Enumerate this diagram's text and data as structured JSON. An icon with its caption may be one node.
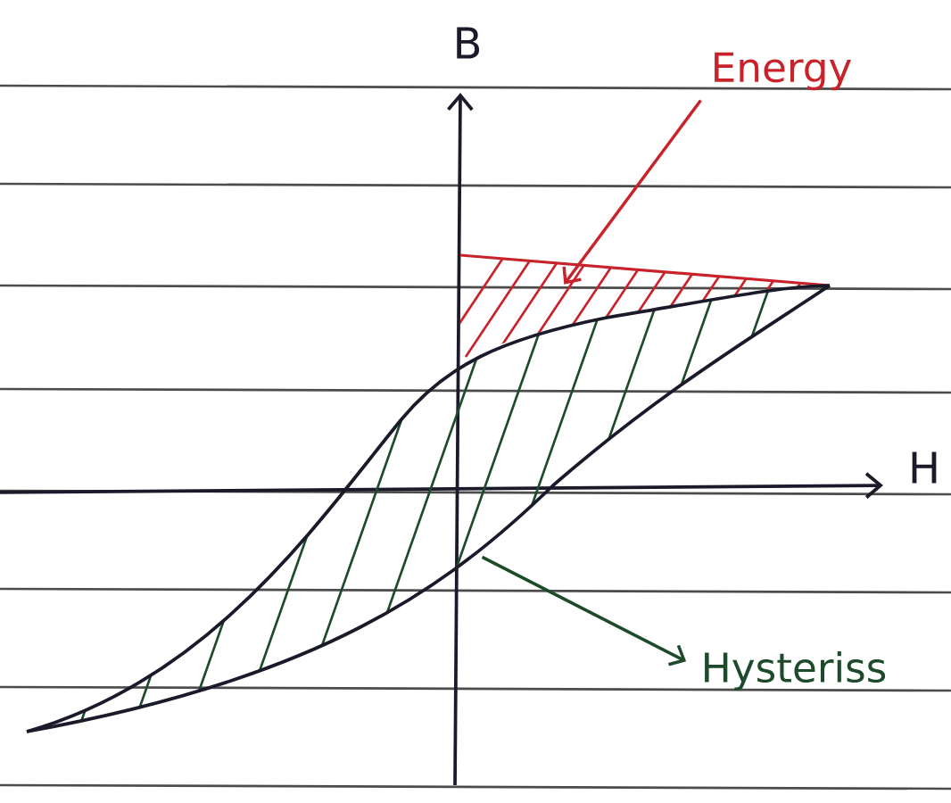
{
  "diagram": {
    "nodes": [
      {
        "text": [
          "Energy"
        ]
      },
      {
        "text": [],
        "shape": "area"
      },
      {
        "text": [],
        "shape": "area"
      },
      {
        "text": [
          "Hysteriss"
        ]
      }
    ],
    "edges": [
      {
        "from": 0,
        "to": 1,
        "arrow": "to",
        "color": "#c8232b"
      },
      {
        "from": 2,
        "to": 3,
        "arrow": "to",
        "color": "#1e4a2c"
      }
    ],
    "labels": [
      "B",
      "H"
    ]
  }
}
